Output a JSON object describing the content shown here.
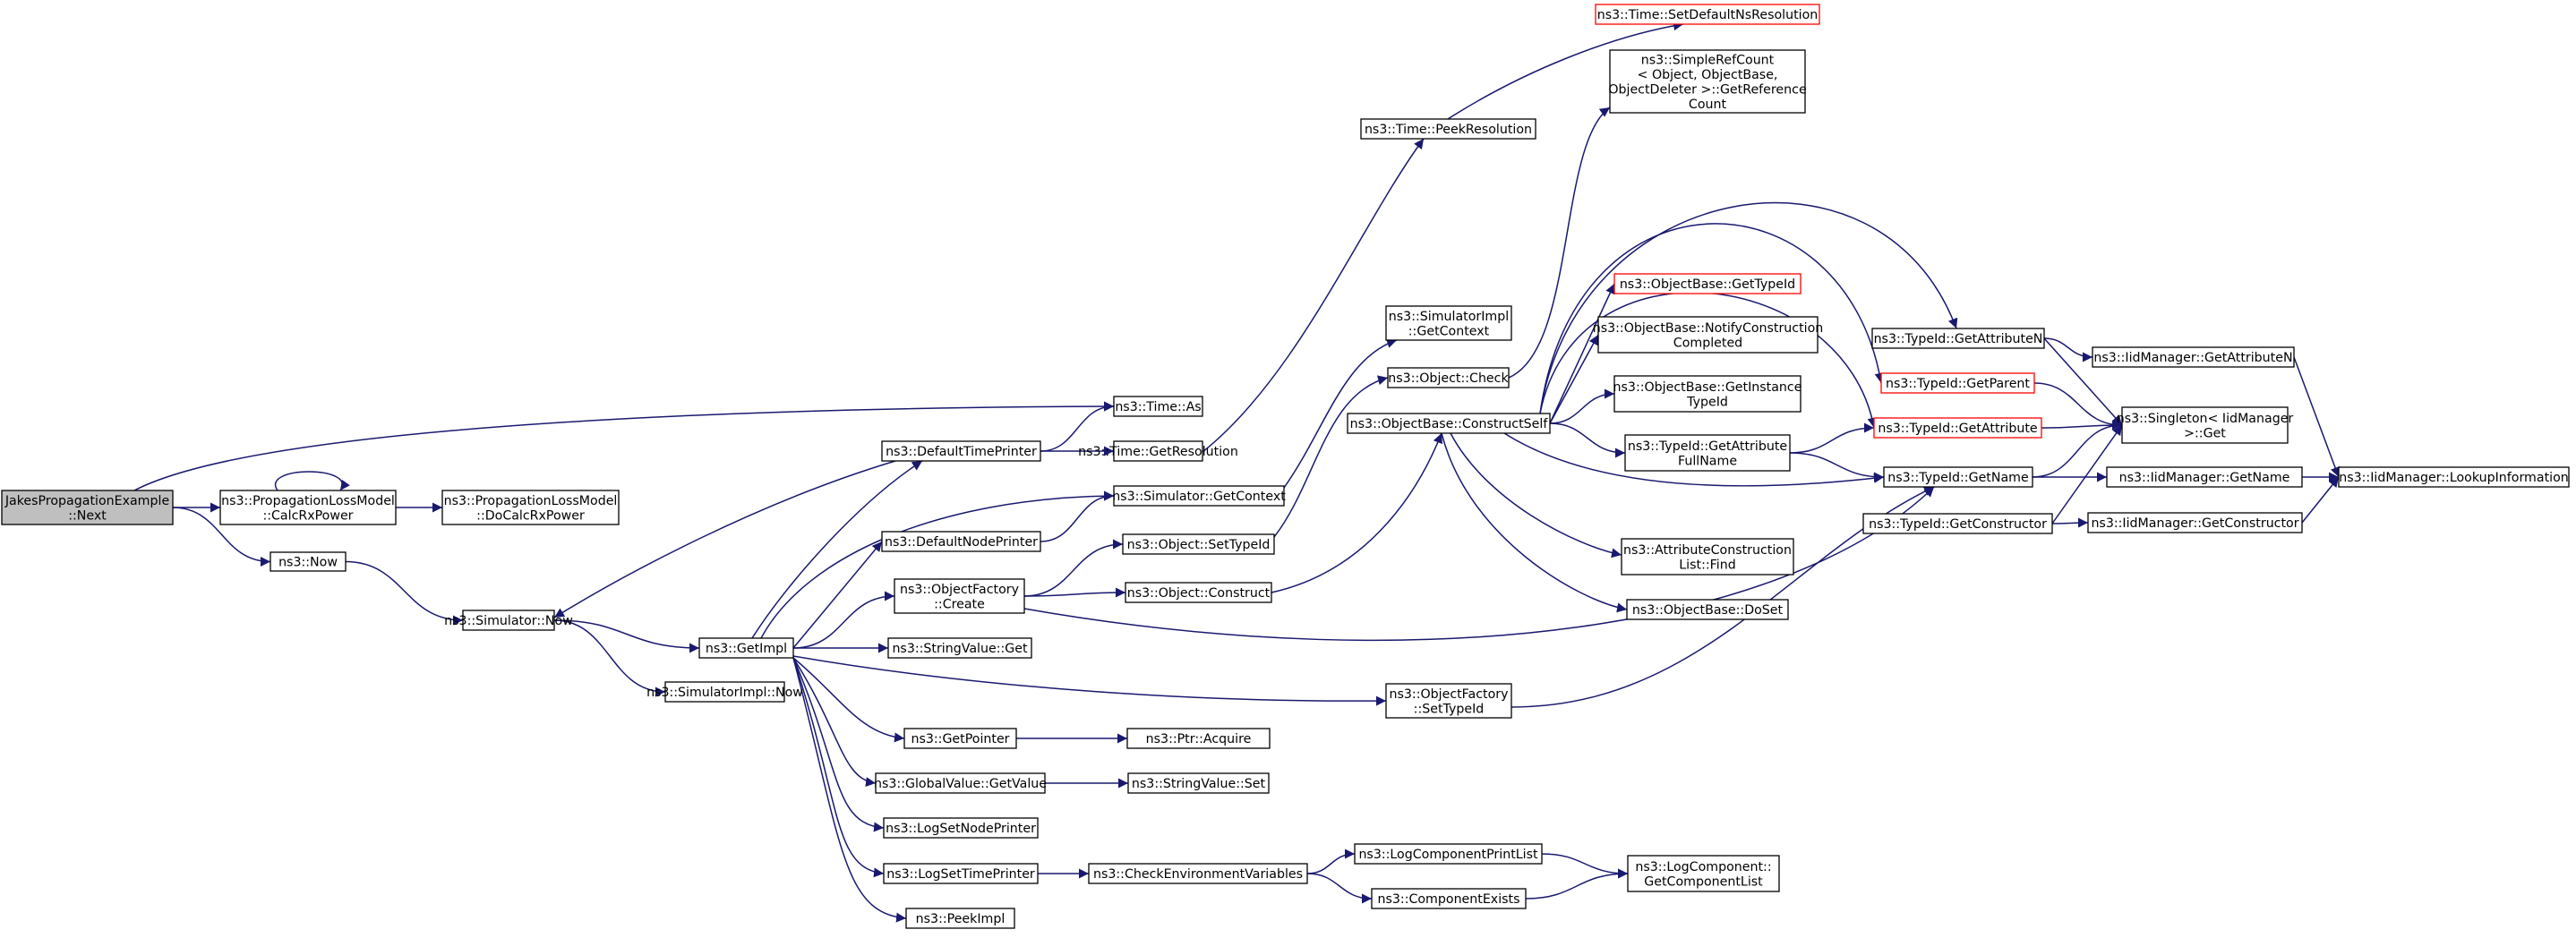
{
  "colors": {
    "edge": "#191970",
    "root_fill": "#bfbfbf",
    "truncated_border": "#ff0000",
    "border": "#000000"
  },
  "nodes": [
    {
      "id": "root",
      "lines": [
        "JakesPropagationExample",
        "::Next"
      ],
      "style": "root"
    },
    {
      "id": "calcrx",
      "lines": [
        "ns3::PropagationLossModel",
        "::CalcRxPower"
      ]
    },
    {
      "id": "docalc",
      "lines": [
        "ns3::PropagationLossModel",
        "::DoCalcRxPower"
      ]
    },
    {
      "id": "now",
      "lines": [
        "ns3::Now"
      ]
    },
    {
      "id": "simnow",
      "lines": [
        "ns3::Simulator::Now"
      ]
    },
    {
      "id": "simimplnow",
      "lines": [
        "ns3::SimulatorImpl::Now"
      ]
    },
    {
      "id": "getimpl",
      "lines": [
        "ns3::GetImpl"
      ]
    },
    {
      "id": "deftimeprinter",
      "lines": [
        "ns3::DefaultTimePrinter"
      ]
    },
    {
      "id": "defnodeprinter",
      "lines": [
        "ns3::DefaultNodePrinter"
      ]
    },
    {
      "id": "objfactcreate",
      "lines": [
        "ns3::ObjectFactory",
        "::Create"
      ]
    },
    {
      "id": "strget",
      "lines": [
        "ns3::StringValue::Get"
      ]
    },
    {
      "id": "getpointer",
      "lines": [
        "ns3::GetPointer"
      ]
    },
    {
      "id": "gvgetvalue",
      "lines": [
        "ns3::GlobalValue::GetValue"
      ]
    },
    {
      "id": "logsetnode",
      "lines": [
        "ns3::LogSetNodePrinter"
      ]
    },
    {
      "id": "logsettime",
      "lines": [
        "ns3::LogSetTimePrinter"
      ]
    },
    {
      "id": "peekimpl",
      "lines": [
        "ns3::PeekImpl"
      ]
    },
    {
      "id": "timeas",
      "lines": [
        "ns3::Time::As"
      ]
    },
    {
      "id": "timegetres",
      "lines": [
        "ns3::Time::GetResolution"
      ]
    },
    {
      "id": "simgetctx",
      "lines": [
        "ns3::Simulator::GetContext"
      ]
    },
    {
      "id": "objsettypeid",
      "lines": [
        "ns3::Object::SetTypeId"
      ]
    },
    {
      "id": "objconstruct",
      "lines": [
        "ns3::Object::Construct"
      ]
    },
    {
      "id": "ptracquire",
      "lines": [
        "ns3::Ptr::Acquire"
      ]
    },
    {
      "id": "strset",
      "lines": [
        "ns3::StringValue::Set"
      ]
    },
    {
      "id": "checkenv",
      "lines": [
        "ns3::CheckEnvironmentVariables"
      ]
    },
    {
      "id": "timepeekres",
      "lines": [
        "ns3::Time::PeekResolution"
      ]
    },
    {
      "id": "simimplgetctx",
      "lines": [
        "ns3::SimulatorImpl",
        "::GetContext"
      ]
    },
    {
      "id": "objcheck",
      "lines": [
        "ns3::Object::Check"
      ]
    },
    {
      "id": "ocs",
      "lines": [
        "ns3::ObjectBase::ConstructSelf"
      ]
    },
    {
      "id": "ofsettypeid",
      "lines": [
        "ns3::ObjectFactory",
        "::SetTypeId"
      ]
    },
    {
      "id": "logcompprint",
      "lines": [
        "ns3::LogComponentPrintList"
      ]
    },
    {
      "id": "compexists",
      "lines": [
        "ns3::ComponentExists"
      ]
    },
    {
      "id": "timesetdef",
      "lines": [
        "ns3::Time::SetDefaultNsResolution"
      ],
      "style": "truncated"
    },
    {
      "id": "simplerefcount",
      "lines": [
        "ns3::SimpleRefCount",
        "< Object, ObjectBase,",
        "ObjectDeleter >::GetReference",
        "Count"
      ]
    },
    {
      "id": "obgettypeid",
      "lines": [
        "ns3::ObjectBase::GetTypeId"
      ],
      "style": "truncated"
    },
    {
      "id": "obnotify",
      "lines": [
        "ns3::ObjectBase::NotifyConstruction",
        "Completed"
      ]
    },
    {
      "id": "obgetinst",
      "lines": [
        "ns3::ObjectBase::GetInstance",
        "TypeId"
      ]
    },
    {
      "id": "tidgetattrfull",
      "lines": [
        "ns3::TypeId::GetAttribute",
        "FullName"
      ]
    },
    {
      "id": "attrconstfind",
      "lines": [
        "ns3::AttributeConstruction",
        "List::Find"
      ]
    },
    {
      "id": "obdoset",
      "lines": [
        "ns3::ObjectBase::DoSet"
      ]
    },
    {
      "id": "tidgetattrn",
      "lines": [
        "ns3::TypeId::GetAttributeN"
      ]
    },
    {
      "id": "tidgetparent",
      "lines": [
        "ns3::TypeId::GetParent"
      ],
      "style": "truncated"
    },
    {
      "id": "tidgetattr",
      "lines": [
        "ns3::TypeId::GetAttribute"
      ],
      "style": "truncated"
    },
    {
      "id": "tidgetname",
      "lines": [
        "ns3::TypeId::GetName"
      ]
    },
    {
      "id": "tidgetctor",
      "lines": [
        "ns3::TypeId::GetConstructor"
      ]
    },
    {
      "id": "singleton",
      "lines": [
        "ns3::Singleton< IidManager",
        ">::Get"
      ]
    },
    {
      "id": "iidgetattrn",
      "lines": [
        "ns3::IidManager::GetAttributeN"
      ]
    },
    {
      "id": "iidgetname",
      "lines": [
        "ns3::IidManager::GetName"
      ]
    },
    {
      "id": "iidgetctor",
      "lines": [
        "ns3::IidManager::GetConstructor"
      ]
    },
    {
      "id": "lcgetlist",
      "lines": [
        "ns3::LogComponent::",
        "GetComponentList"
      ]
    },
    {
      "id": "iidlookup",
      "lines": [
        "ns3::IidManager::LookupInformation"
      ]
    }
  ]
}
